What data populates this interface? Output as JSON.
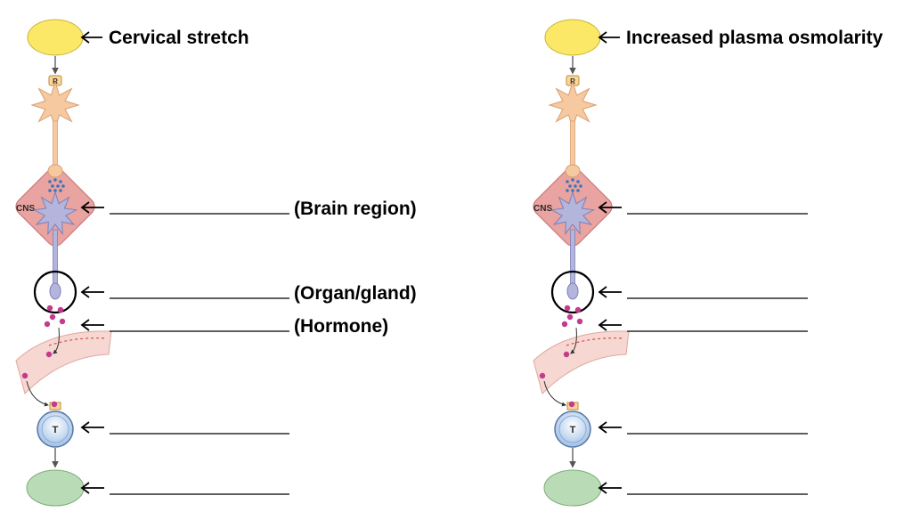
{
  "pathways": [
    {
      "stimulus": "Cervical stretch",
      "receptor_letter": "R",
      "cns_label": "CNS",
      "target_letter": "T",
      "blank_labels": [
        "(Brain region)",
        "(Organ/gland)",
        "(Hormone)",
        "",
        ""
      ]
    },
    {
      "stimulus": "Increased plasma osmolarity",
      "receptor_letter": "R",
      "cns_label": "CNS",
      "target_letter": "T",
      "blank_labels": [
        "",
        "",
        "",
        "",
        ""
      ]
    }
  ],
  "colors": {
    "stimulus_fill": "#fbe866",
    "receptor_neuron": "#f7c9a0",
    "receptor_neuron_stroke": "#d9a070",
    "cns_fill": "#e9a3a0",
    "cns_stroke": "#c97a78",
    "neurosecretory": "#b3b5dd",
    "neurosecretory_stroke": "#7d80b5",
    "hormone_dots": "#c43a8c",
    "blood_vessel": "#f6d7d2",
    "target_cell": "#cfe0f3",
    "target_stroke": "#5778a6",
    "response_fill": "#b9dbb5",
    "neurotransmitter_dots": "#3f74b7"
  },
  "icons": [
    "left-arrow-icon"
  ]
}
